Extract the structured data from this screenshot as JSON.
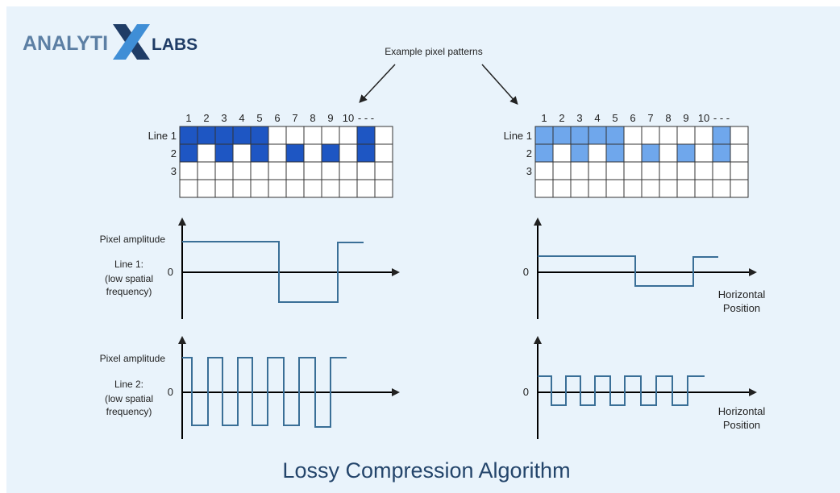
{
  "brand": {
    "name_left": "ANALYTI",
    "name_right": "LABS",
    "colors": {
      "text": "#5c7fa4",
      "x_mark": "#3f8ed6",
      "x_dark": "#1f3c66"
    }
  },
  "callout": "Example pixel patterns",
  "grid": {
    "col_labels": [
      "1",
      "2",
      "3",
      "4",
      "5",
      "6",
      "7",
      "8",
      "9",
      "10",
      "- - -"
    ],
    "row_labels": [
      "Line 1",
      "2",
      "3"
    ],
    "rows": 4,
    "cols": 12,
    "left_fill_color": "#1e56c3",
    "right_fill_color": "#6fa7ec",
    "line1_filled": [
      0,
      1,
      2,
      3,
      4,
      10
    ],
    "line2_filled": [
      0,
      2,
      4,
      6,
      8,
      10
    ]
  },
  "plots": {
    "pixel_amplitude": "Pixel amplitude",
    "zero": "0",
    "line1_caption": [
      "Line 1:",
      "(low spatial",
      "frequency)"
    ],
    "line2_caption": [
      "Line 2:",
      "(low spatial",
      "frequency)"
    ],
    "horizontal_position": [
      "Horizontal",
      "Position"
    ],
    "signal_color": "#3a6f97"
  },
  "footer_title": "Lossy Compression Algorithm"
}
